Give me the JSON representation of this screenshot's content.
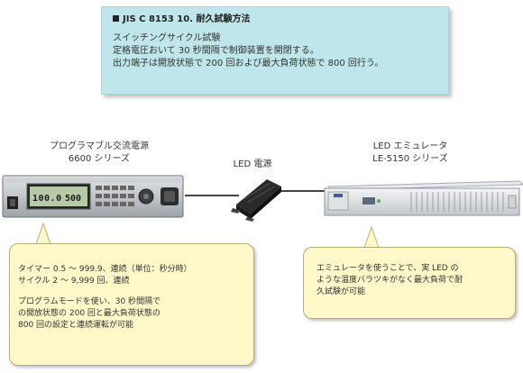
{
  "test_box": {
    "title": "JIS C 8153 10. 耐久試験方法",
    "lines": [
      "スイッチングサイクル試験",
      "定格電圧おいて 30 秒間隔で制御装置を開閉する。",
      "出力端子は開放状態で 200 回および最大負荷状態で 800 回行う。"
    ]
  },
  "devices": {
    "ac_source": {
      "label_line1": "プログラマブル交流電源",
      "label_line2": "6600 シリーズ",
      "display_left": "100.0",
      "display_right": "500"
    },
    "led_psu": {
      "label": "LED 電源"
    },
    "emulator": {
      "label_line1": "LED エミュレータ",
      "label_line2": "LE-5150 シリーズ"
    }
  },
  "callout_left": {
    "lines": [
      "タイマー 0.5 ～ 999.9、連続（単位：秒分時）",
      "サイクル 2 ～ 9,999 回、連続",
      "",
      "プログラムモードを使い、30 秒間隔で",
      "の開放状態の 200 回と最大負荷状態の",
      "800 回の設定と連続運転が可能"
    ]
  },
  "callout_right": {
    "lines": [
      "エミュレータを使うことで、実 LED の",
      "ような温度バラツキがなく最大負荷で耐",
      "久試験が可能"
    ]
  }
}
